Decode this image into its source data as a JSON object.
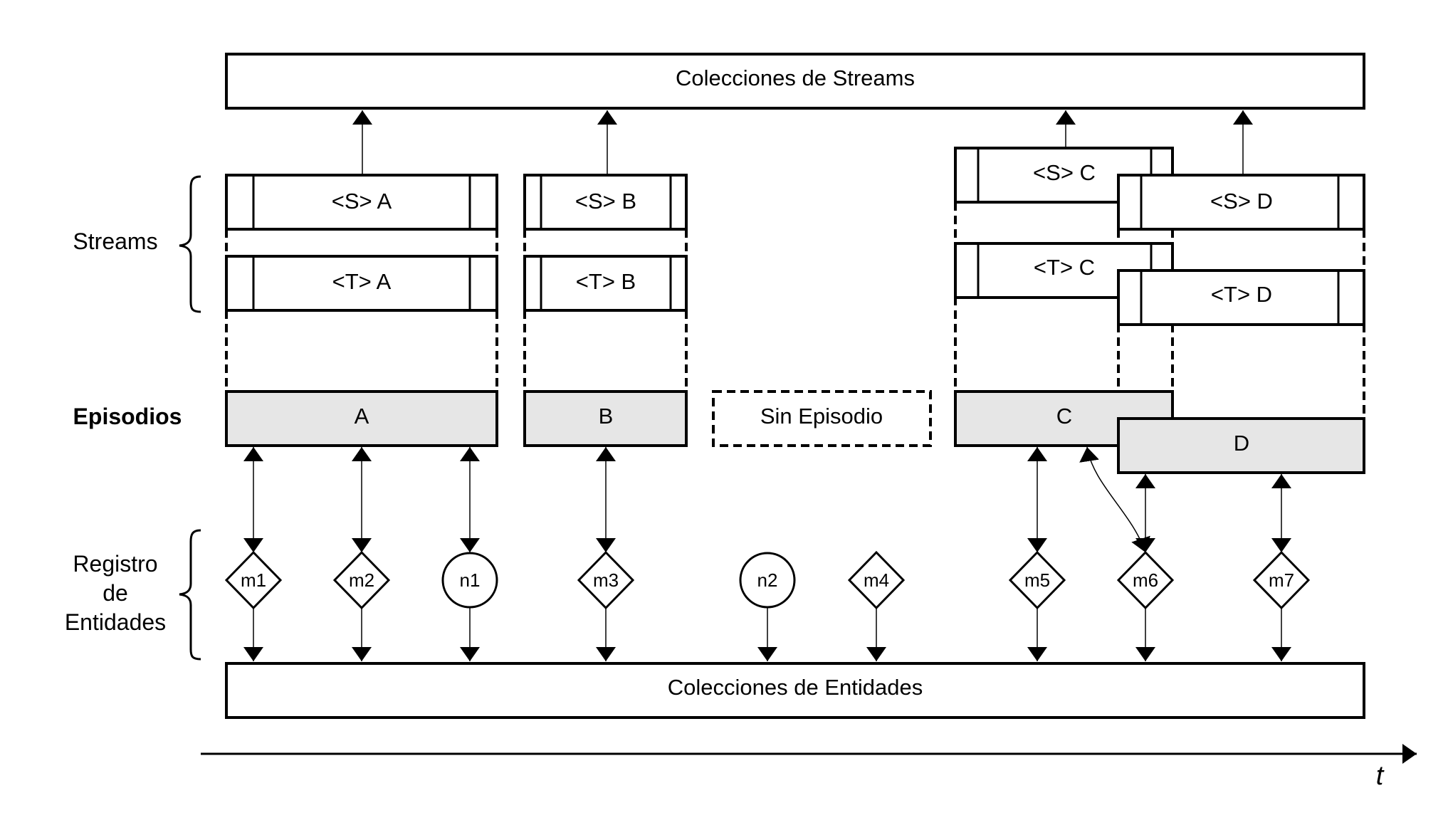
{
  "collections": {
    "streams": "Colecciones de Streams",
    "entities": "Colecciones de Entidades"
  },
  "side_labels": {
    "streams": "Streams",
    "episodes": "Episodios",
    "registry": [
      "Registro",
      "de",
      "Entidades"
    ]
  },
  "streams": {
    "s_a": "<S> A",
    "t_a": "<T> A",
    "s_b": "<S> B",
    "t_b": "<T> B",
    "s_c": "<S> C",
    "t_c": "<T> C",
    "s_d": "<S> D",
    "t_d": "<T> D"
  },
  "episodes": {
    "a": "A",
    "b": "B",
    "none": "Sin Episodio",
    "c": "C",
    "d": "D"
  },
  "entities": {
    "m1": "m1",
    "m2": "m2",
    "n1": "n1",
    "m3": "m3",
    "n2": "n2",
    "m4": "m4",
    "m5": "m5",
    "m6": "m6",
    "m7": "m7"
  },
  "axis": {
    "label": "t"
  },
  "colors": {
    "episode_fill": "#e6e6e6",
    "stroke": "#000000",
    "background": "#ffffff"
  }
}
